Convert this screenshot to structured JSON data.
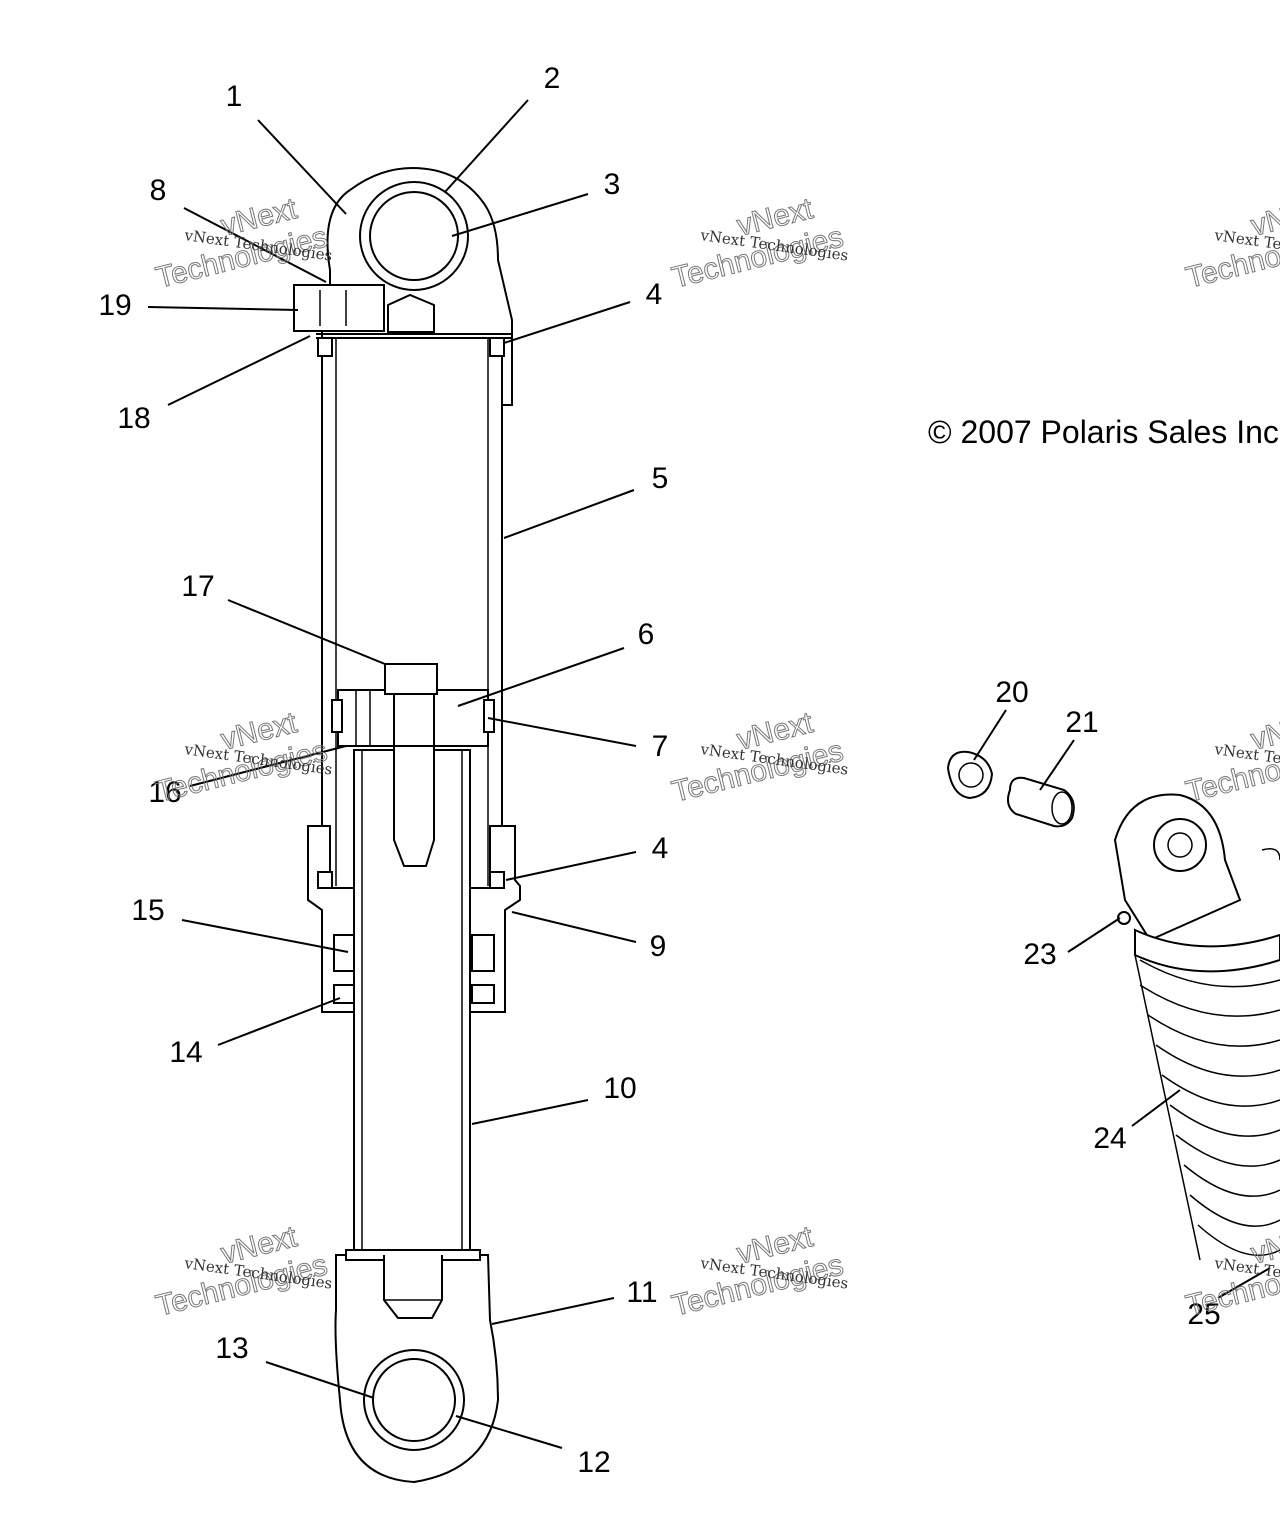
{
  "copyright": "© 2007 Polaris Sales Inc.",
  "watermark": {
    "line1": "vNext Technologies",
    "line2": "vNext",
    "line3": "Technologies"
  },
  "callouts": [
    {
      "id": "c1",
      "text": "1"
    },
    {
      "id": "c2",
      "text": "2"
    },
    {
      "id": "c3",
      "text": "3"
    },
    {
      "id": "c4a",
      "text": "4"
    },
    {
      "id": "c4b",
      "text": "4"
    },
    {
      "id": "c5",
      "text": "5"
    },
    {
      "id": "c6",
      "text": "6"
    },
    {
      "id": "c7",
      "text": "7"
    },
    {
      "id": "c8",
      "text": "8"
    },
    {
      "id": "c9",
      "text": "9"
    },
    {
      "id": "c10",
      "text": "10"
    },
    {
      "id": "c11",
      "text": "11"
    },
    {
      "id": "c12",
      "text": "12"
    },
    {
      "id": "c13",
      "text": "13"
    },
    {
      "id": "c14",
      "text": "14"
    },
    {
      "id": "c15",
      "text": "15"
    },
    {
      "id": "c16",
      "text": "16"
    },
    {
      "id": "c17",
      "text": "17"
    },
    {
      "id": "c18",
      "text": "18"
    },
    {
      "id": "c19",
      "text": "19"
    },
    {
      "id": "c20",
      "text": "20"
    },
    {
      "id": "c21",
      "text": "21"
    },
    {
      "id": "c23",
      "text": "23"
    },
    {
      "id": "c24",
      "text": "24"
    },
    {
      "id": "c25",
      "text": "25"
    }
  ]
}
